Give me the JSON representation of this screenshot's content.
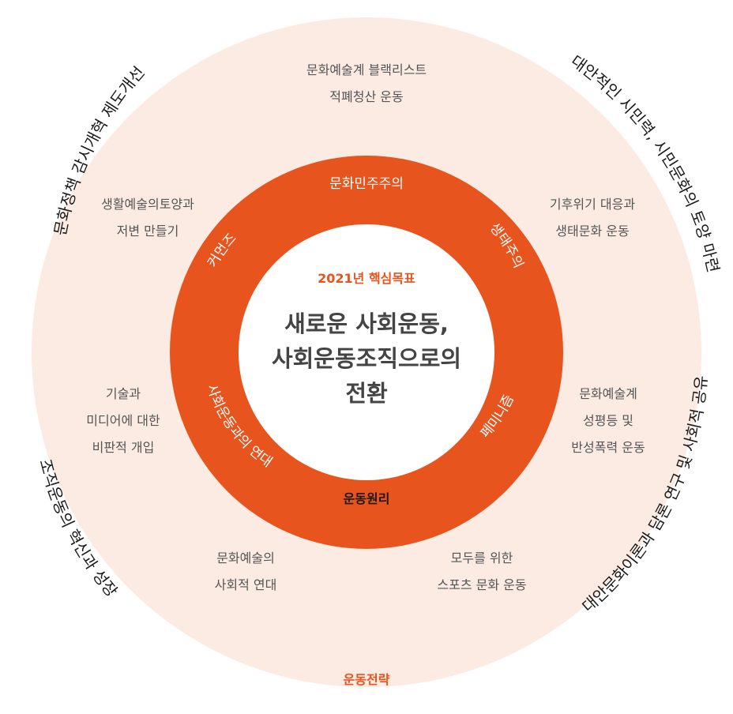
{
  "colors": {
    "outer_fill": "#fcebe3",
    "ring_fill": "#e8541e",
    "core_fill": "#ffffff",
    "accent_text": "#e8541e",
    "dark_text": "#1a1a1a",
    "body_text": "#555555"
  },
  "core": {
    "label": "2021년 핵심목표",
    "lines": [
      "새로운 사회운동,",
      "사회운동조직으로의",
      "전환"
    ]
  },
  "ring": {
    "top": "문화민주주의",
    "bottom": "운동원리",
    "arc_labels": [
      "커먼즈",
      "생태주의",
      "사회운동과의 연대",
      "페미니즘"
    ]
  },
  "outer": {
    "bottom_label": "운동전략",
    "blocks": [
      {
        "id": "top",
        "lines": [
          "문화예술계 블랙리스트",
          "적폐청산 운동"
        ]
      },
      {
        "id": "upper-left",
        "lines": [
          "생활예술의토양과",
          "저변 만들기"
        ]
      },
      {
        "id": "upper-right",
        "lines": [
          "기후위기 대응과",
          "생태문화 운동"
        ]
      },
      {
        "id": "mid-left",
        "lines": [
          "기술과",
          "미디어에 대한",
          "비판적 개입"
        ]
      },
      {
        "id": "mid-right",
        "lines": [
          "문화예술계",
          "성평등 및",
          "반성폭력 운동"
        ]
      },
      {
        "id": "lower-left",
        "lines": [
          "문화예술의",
          "사회적 연대"
        ]
      },
      {
        "id": "lower-right",
        "lines": [
          "모두를 위한",
          "스포츠 문화 운동"
        ]
      }
    ]
  },
  "arc_outer_labels": [
    "문화정책 감시개혁 제도개선",
    "대안적인 시민력, 시민문화의 토양 마련",
    "조직운동의 혁신과 성장",
    "대안문화이론과 담론 연구 및 사회적 공유"
  ]
}
